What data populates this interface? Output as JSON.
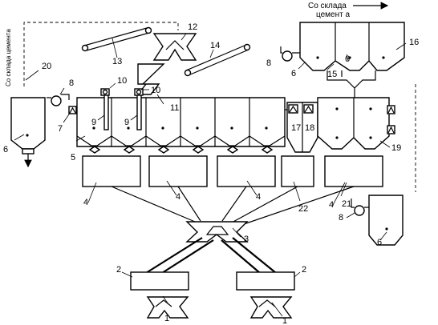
{
  "labels": {
    "source_line1": "Со склада",
    "source_line2": "цемент а",
    "side_left": "Со склада цемента"
  },
  "callouts": [
    "1",
    "1",
    "2",
    "2",
    "3",
    "4",
    "4",
    "4",
    "4",
    "5",
    "6",
    "6",
    "6",
    "6",
    "7",
    "8",
    "8",
    "8",
    "9",
    "9",
    "10",
    "10",
    "11",
    "12",
    "13",
    "14",
    "15",
    "16",
    "17",
    "18",
    "19",
    "20",
    "21",
    "22"
  ]
}
